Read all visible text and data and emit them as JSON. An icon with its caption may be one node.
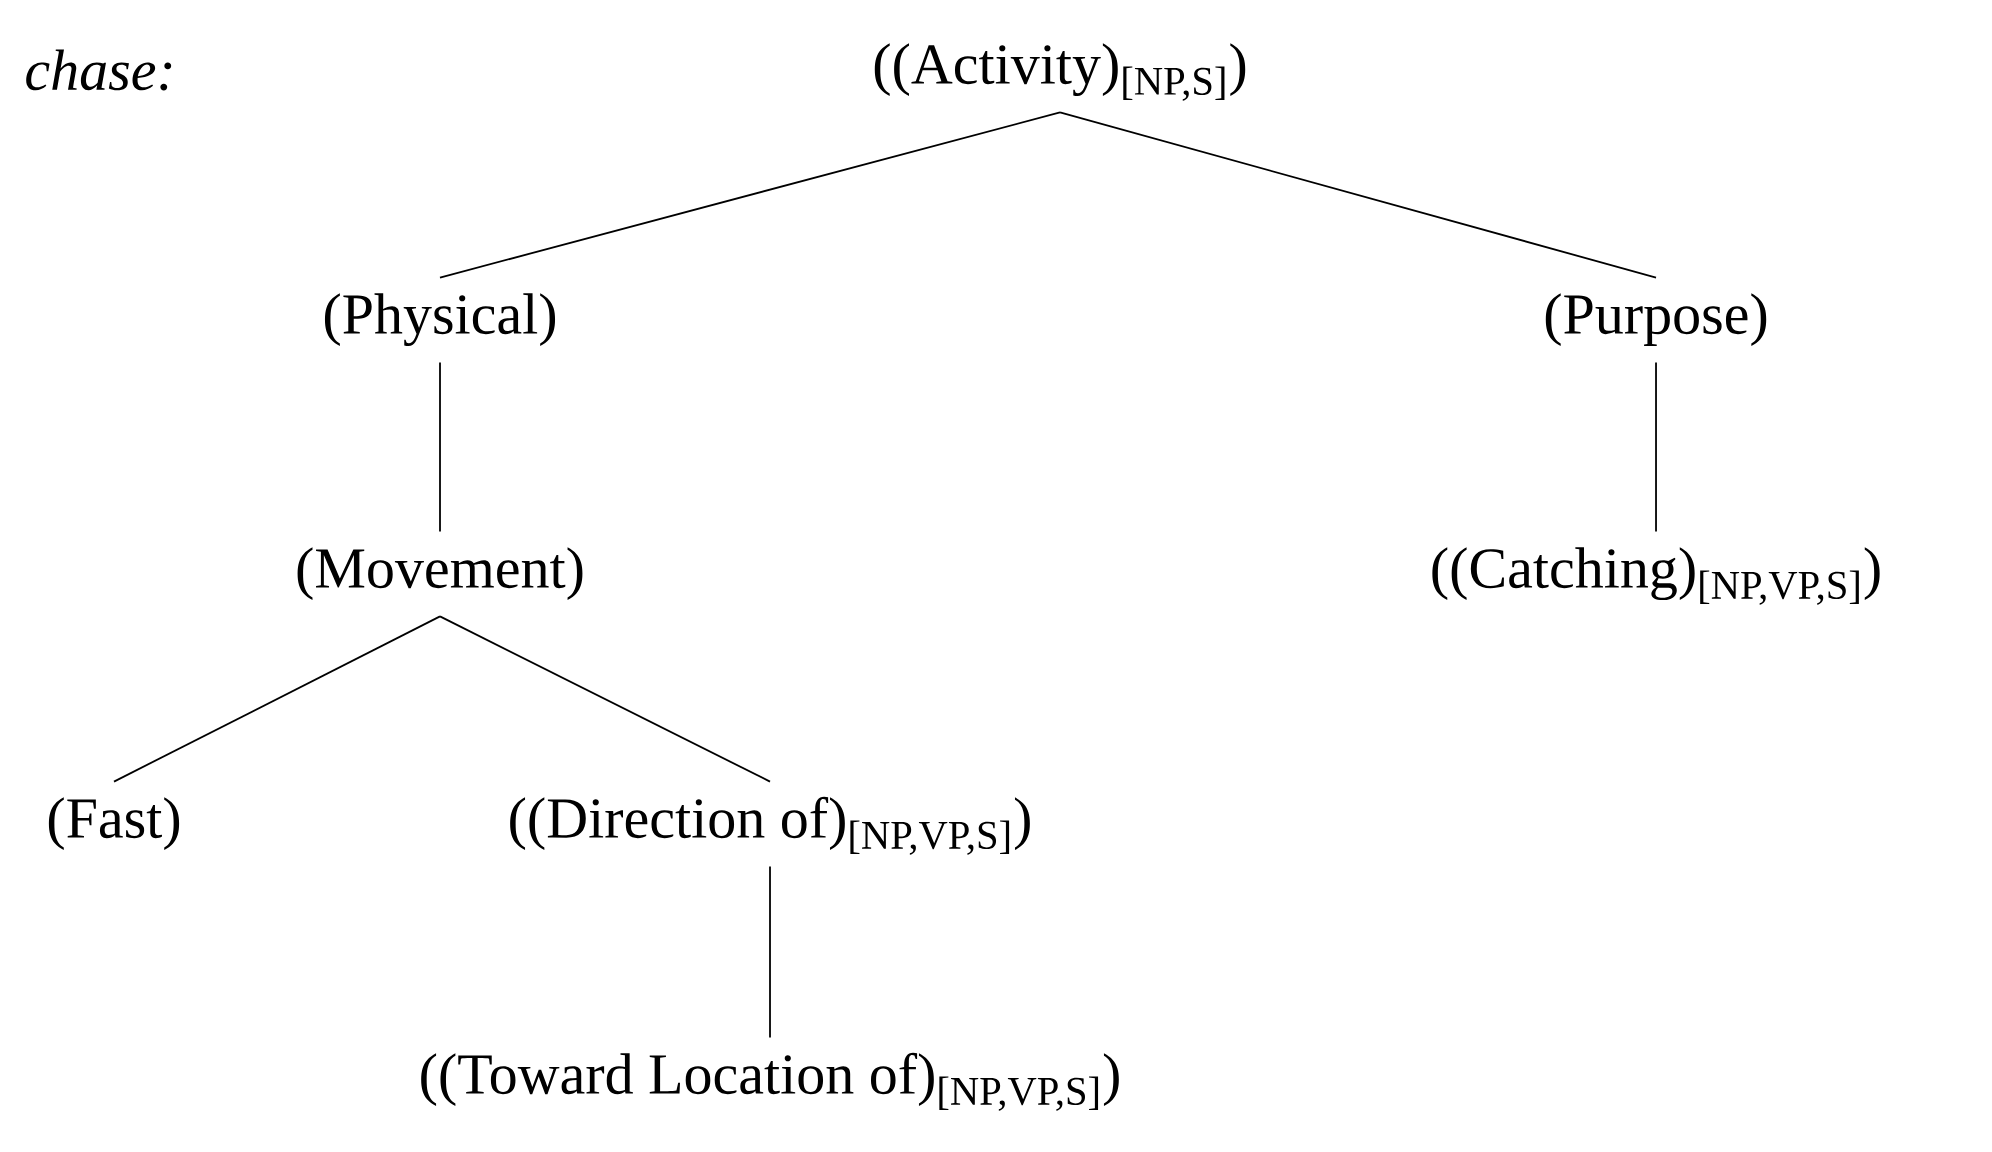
{
  "diagram": {
    "nodes": [
      {
        "text": [
          "((Activity)$_{[NP,S]}$)"
        ]
      },
      {
        "text": [
          "(Physical)"
        ]
      },
      {
        "text": [
          "(Purpose)"
        ]
      },
      {
        "text": [
          "(Movement)"
        ]
      },
      {
        "text": [
          "((Catching)$_{[NP,VP,S]}$)"
        ]
      },
      {
        "text": [
          "(Fast)"
        ]
      },
      {
        "text": [
          "((Direction of)$_{[NP,VP,S]}$)"
        ]
      },
      {
        "text": [
          "((Toward Location of)$_{[NP,VP,S]}$)"
        ]
      }
    ],
    "edges": [
      {
        "from": 0,
        "to": 1,
        "arrow": "none"
      },
      {
        "from": 0,
        "to": 2,
        "arrow": "none"
      },
      {
        "from": 1,
        "to": 3,
        "arrow": "none"
      },
      {
        "from": 2,
        "to": 4,
        "arrow": "none"
      },
      {
        "from": 3,
        "to": 5,
        "arrow": "none"
      },
      {
        "from": 3,
        "to": 6,
        "arrow": "none"
      },
      {
        "from": 6,
        "to": 7,
        "arrow": "none"
      }
    ],
    "labels": [
      "chase:"
    ]
  }
}
